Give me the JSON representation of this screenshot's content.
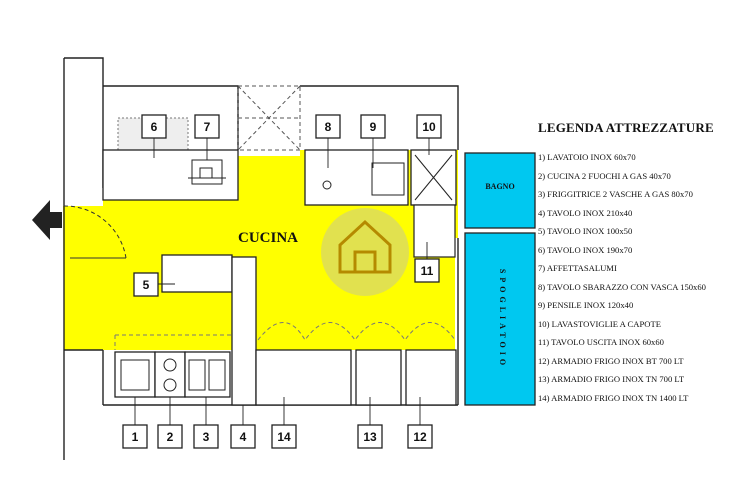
{
  "labels": {
    "kitchen": "CUCINA",
    "bathroom": "BAGNO",
    "changing_room": "SPOGLIATOIO"
  },
  "equipment_numbers": [
    "1",
    "2",
    "3",
    "4",
    "5",
    "6",
    "7",
    "8",
    "9",
    "10",
    "11",
    "12",
    "13",
    "14"
  ],
  "legend": {
    "title": "LEGENDA ATTREZZATURE",
    "items": [
      "1) LAVATOIO INOX 60x70",
      "2) CUCINA 2 FUOCHI A GAS 40x70",
      "3) FRIGGITRICE 2 VASCHE A GAS 80x70",
      "4) TAVOLO INOX 210x40",
      "5) TAVOLO INOX 100x50",
      "6) TAVOLO INOX 190x70",
      "7) AFFETTASALUMI",
      "8) TAVOLO SBARAZZO CON VASCA 150x60",
      "9) PENSILE INOX 120x40",
      "10) LAVASTOVIGLIE A CAPOTE",
      "11) TAVOLO USCITA INOX 60x60",
      "12) ARMADIO FRIGO INOX BT 700 LT",
      "13) ARMADIO FRIGO INOX TN 700 LT",
      "14) ARMADIO FRIGO INOX TN 1400 LT"
    ]
  },
  "colors": {
    "kitchen_floor": "#ffff00",
    "service_rooms": "#00c8f0",
    "walls": "#222222"
  }
}
